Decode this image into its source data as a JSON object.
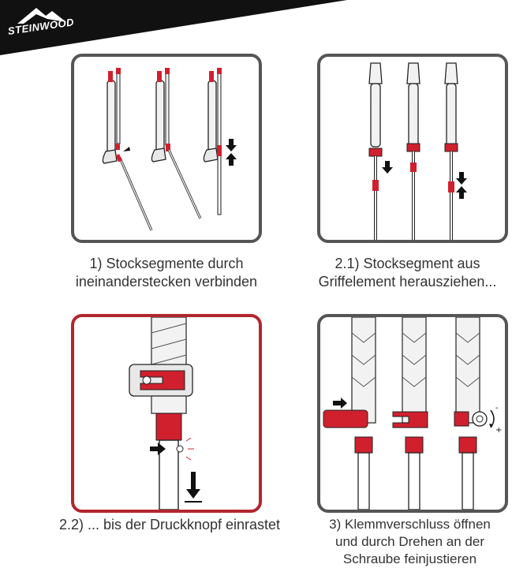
{
  "brand": {
    "name": "STEINWOOD"
  },
  "colors": {
    "accent": "#d0202e",
    "frame": "#555555",
    "frame_highlight": "#b3262e",
    "ink": "#222222"
  },
  "steps": [
    {
      "caption_lines": [
        "1) Stocksegmente durch",
        "ineinanderstecken verbinden"
      ]
    },
    {
      "caption_lines": [
        "2.1) Stocksegment aus",
        "Griffelement herausziehen..."
      ]
    },
    {
      "caption_lines": [
        "2.2) ... bis der Druckknopf einrastet"
      ]
    },
    {
      "caption_lines": [
        "3) Klemmverschluss öffnen",
        "und durch Drehen an der",
        "Schraube feinjustieren"
      ]
    }
  ],
  "adjust_marks": {
    "minus": "-",
    "plus": "+"
  }
}
